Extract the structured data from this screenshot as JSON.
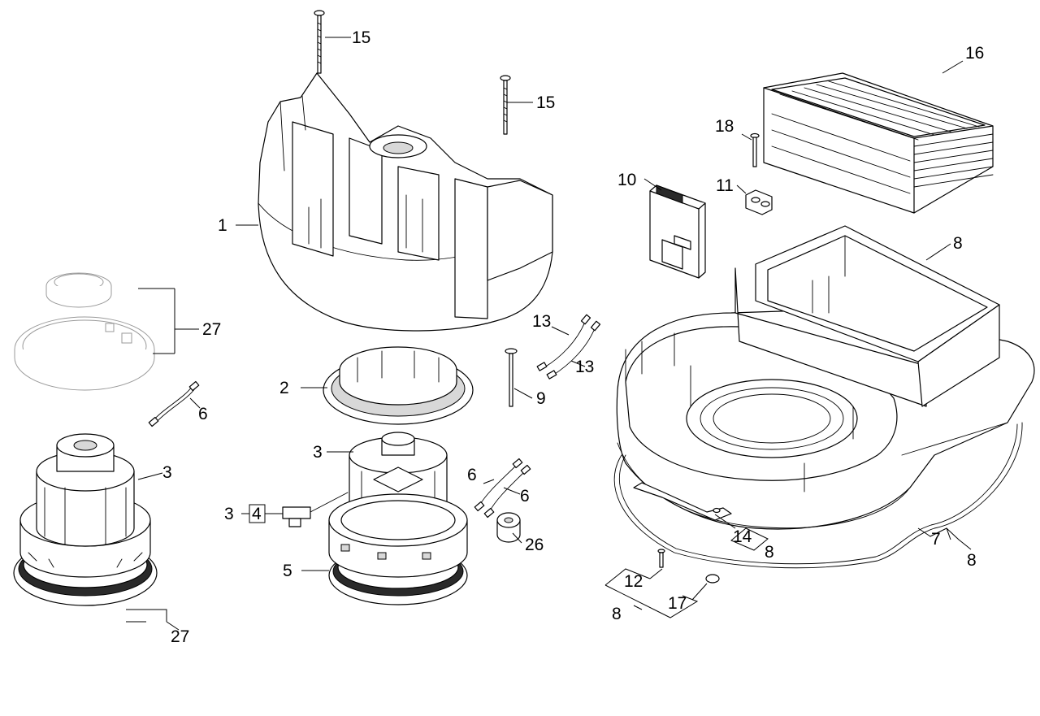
{
  "diagram": {
    "callouts": {
      "c1": "1",
      "c2": "2",
      "c3a": "3",
      "c3b": "3",
      "c3c": "3",
      "c4": "4",
      "c5": "5",
      "c6a": "6",
      "c6b": "6",
      "c6c": "6",
      "c7": "7",
      "c8a": "8",
      "c8b": "8",
      "c8c": "8",
      "c8d": "8",
      "c9": "9",
      "c10": "10",
      "c11": "11",
      "c12": "12",
      "c13a": "13",
      "c13b": "13",
      "c14": "14",
      "c15a": "15",
      "c15b": "15",
      "c16": "16",
      "c17": "17",
      "c18": "18",
      "c26": "26",
      "c27a": "27",
      "c27b": "27"
    }
  }
}
